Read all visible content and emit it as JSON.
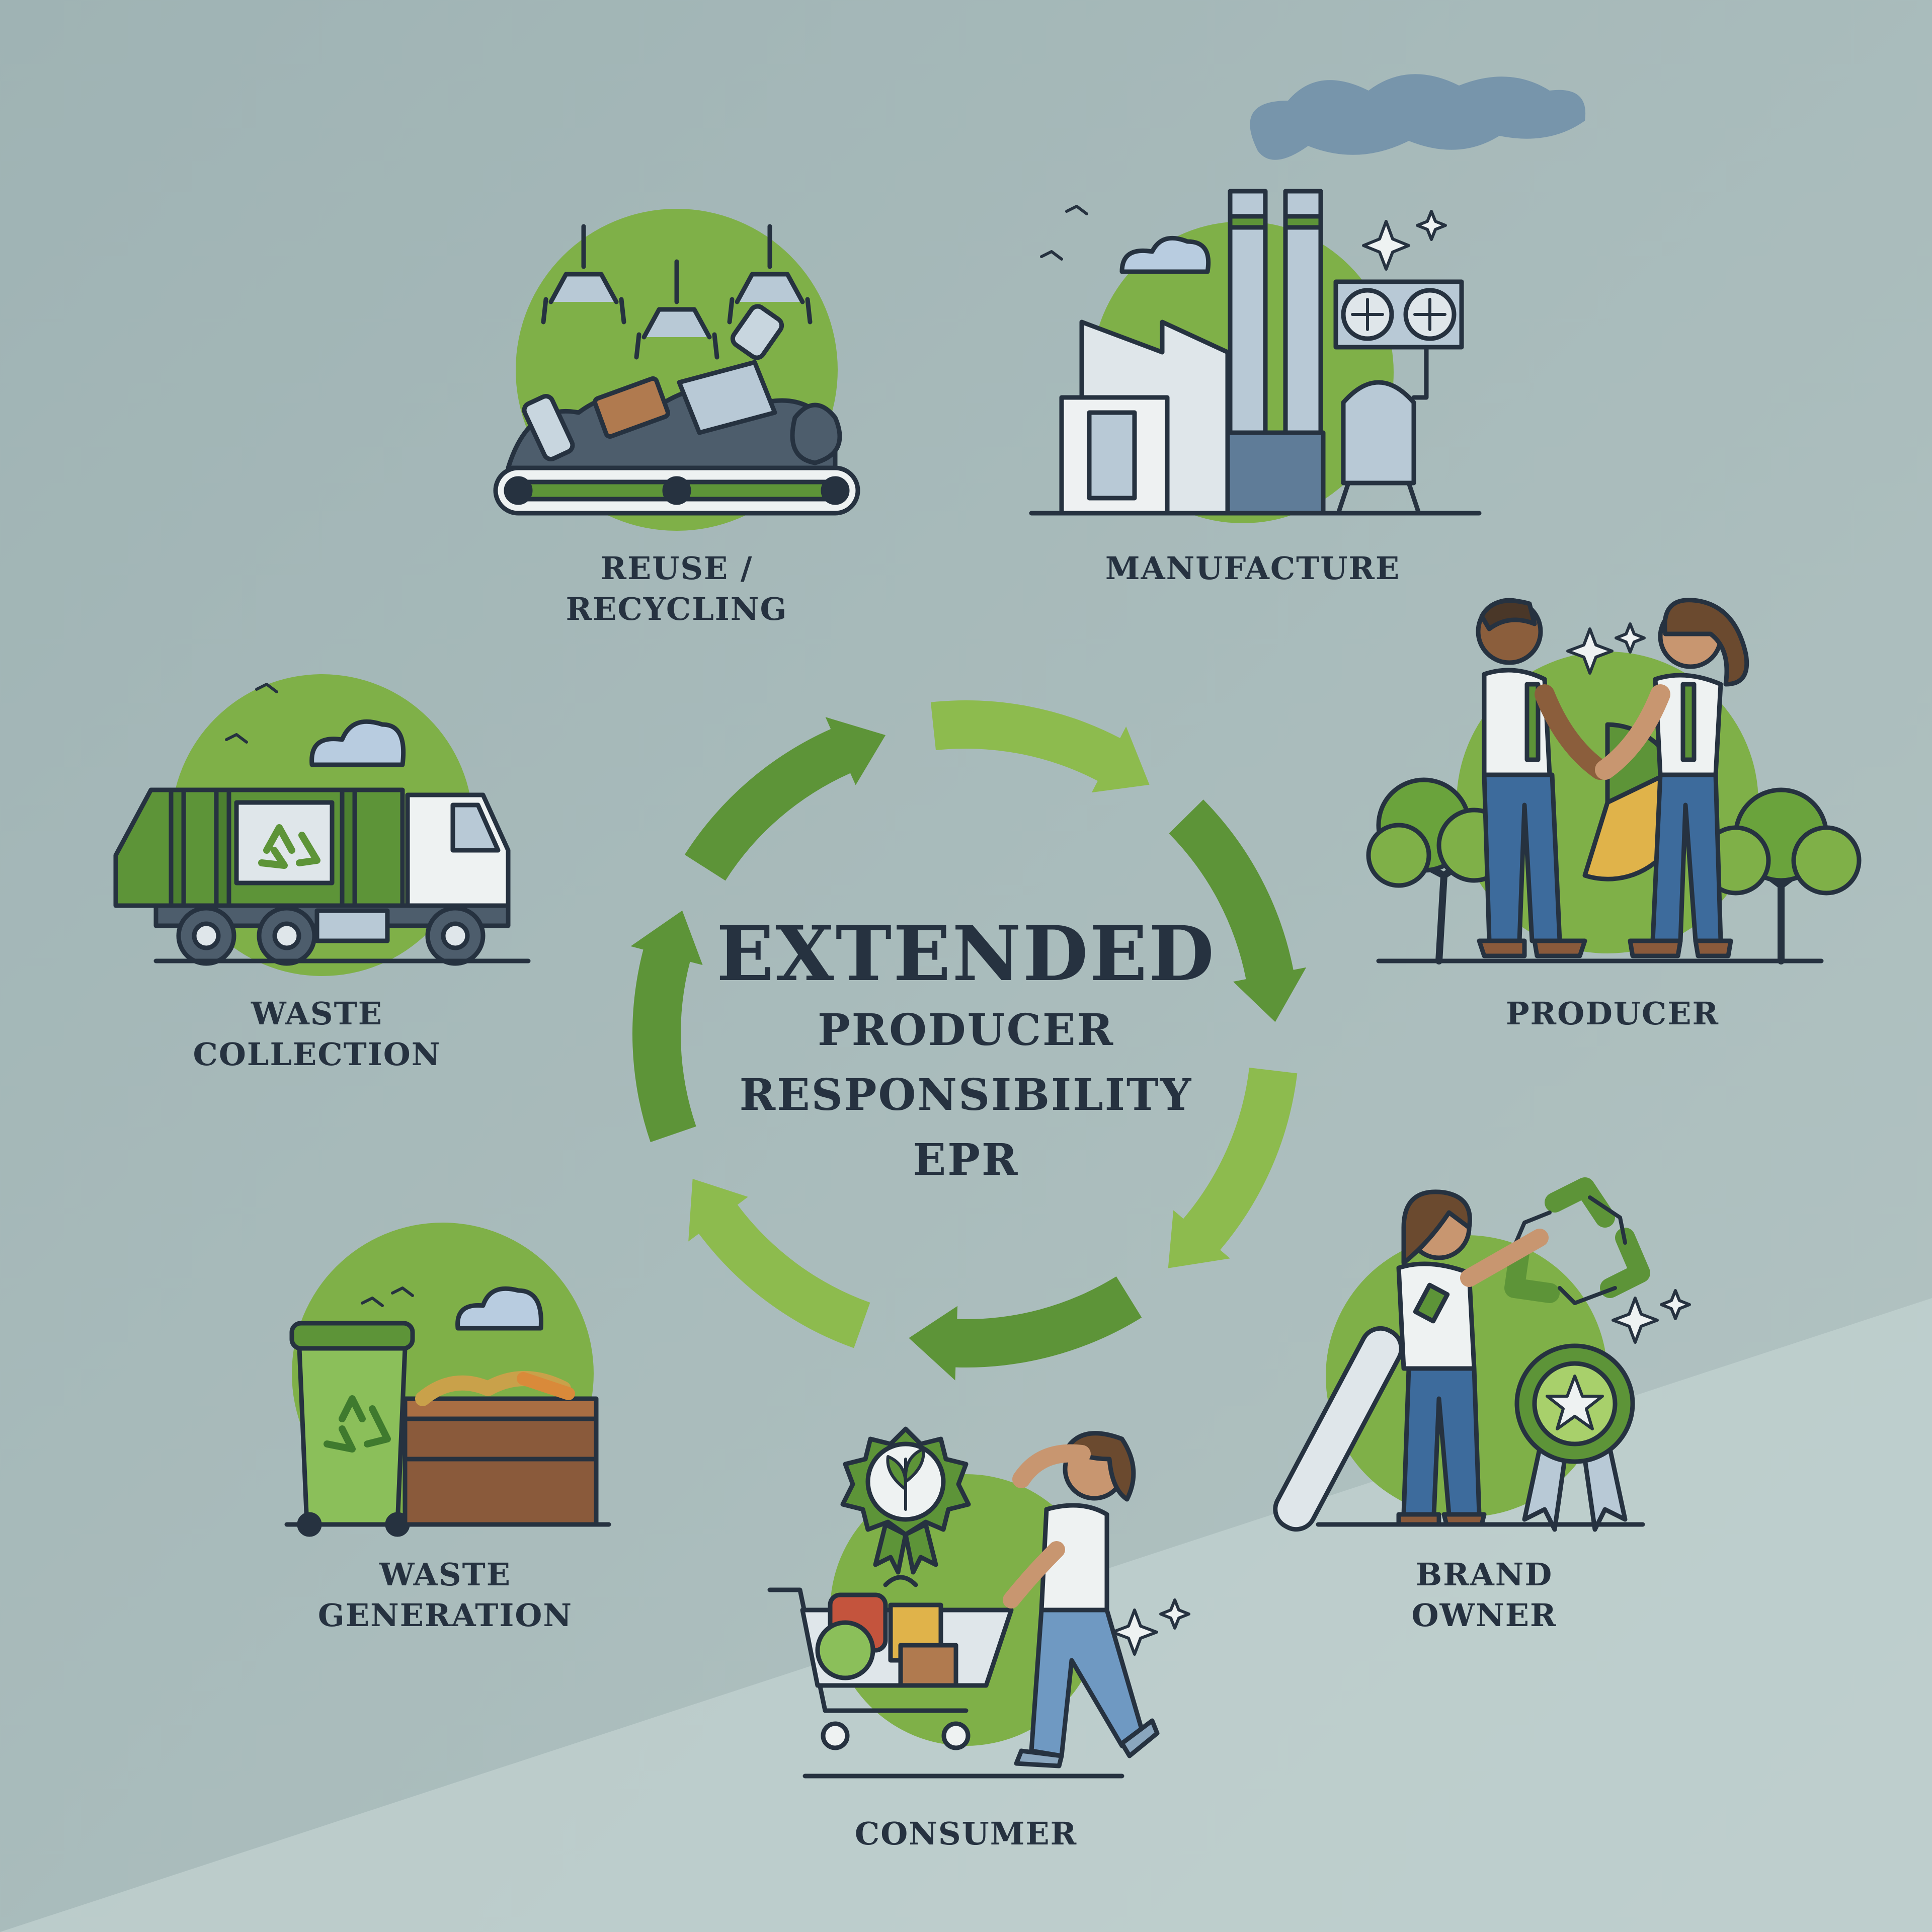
{
  "center": {
    "line1": "EXTENDED",
    "line2": "PRODUCER",
    "line3": "RESPONSIBILITY",
    "line4": "EPR"
  },
  "stages": [
    {
      "id": "reuse",
      "line1": "REUSE /",
      "line2": "RECYCLING"
    },
    {
      "id": "manufacture",
      "line1": "MANUFACTURE",
      "line2": ""
    },
    {
      "id": "producer",
      "line1": "PRODUCER",
      "line2": ""
    },
    {
      "id": "brand",
      "line1": "BRAND",
      "line2": "OWNER"
    },
    {
      "id": "consumer",
      "line1": "CONSUMER",
      "line2": ""
    },
    {
      "id": "waste_gen",
      "line1": "WASTE",
      "line2": "GENERATION"
    },
    {
      "id": "waste_col",
      "line1": "WASTE",
      "line2": "COLLECTION"
    }
  ],
  "colors": {
    "background": "#a9bcbb",
    "arrow_dark": "#5d9438",
    "arrow_light": "#8dbb4e",
    "blob": "#7fb048",
    "outline": "#263240",
    "denim": "#3d6b9c",
    "steel": "#8aa6be"
  },
  "icons": [
    "conveyor-claw-icon",
    "factory-icon",
    "handshake-icon",
    "recycle-award-icon",
    "shopping-cart-icon",
    "compost-bin-icon",
    "garbage-truck-icon"
  ]
}
